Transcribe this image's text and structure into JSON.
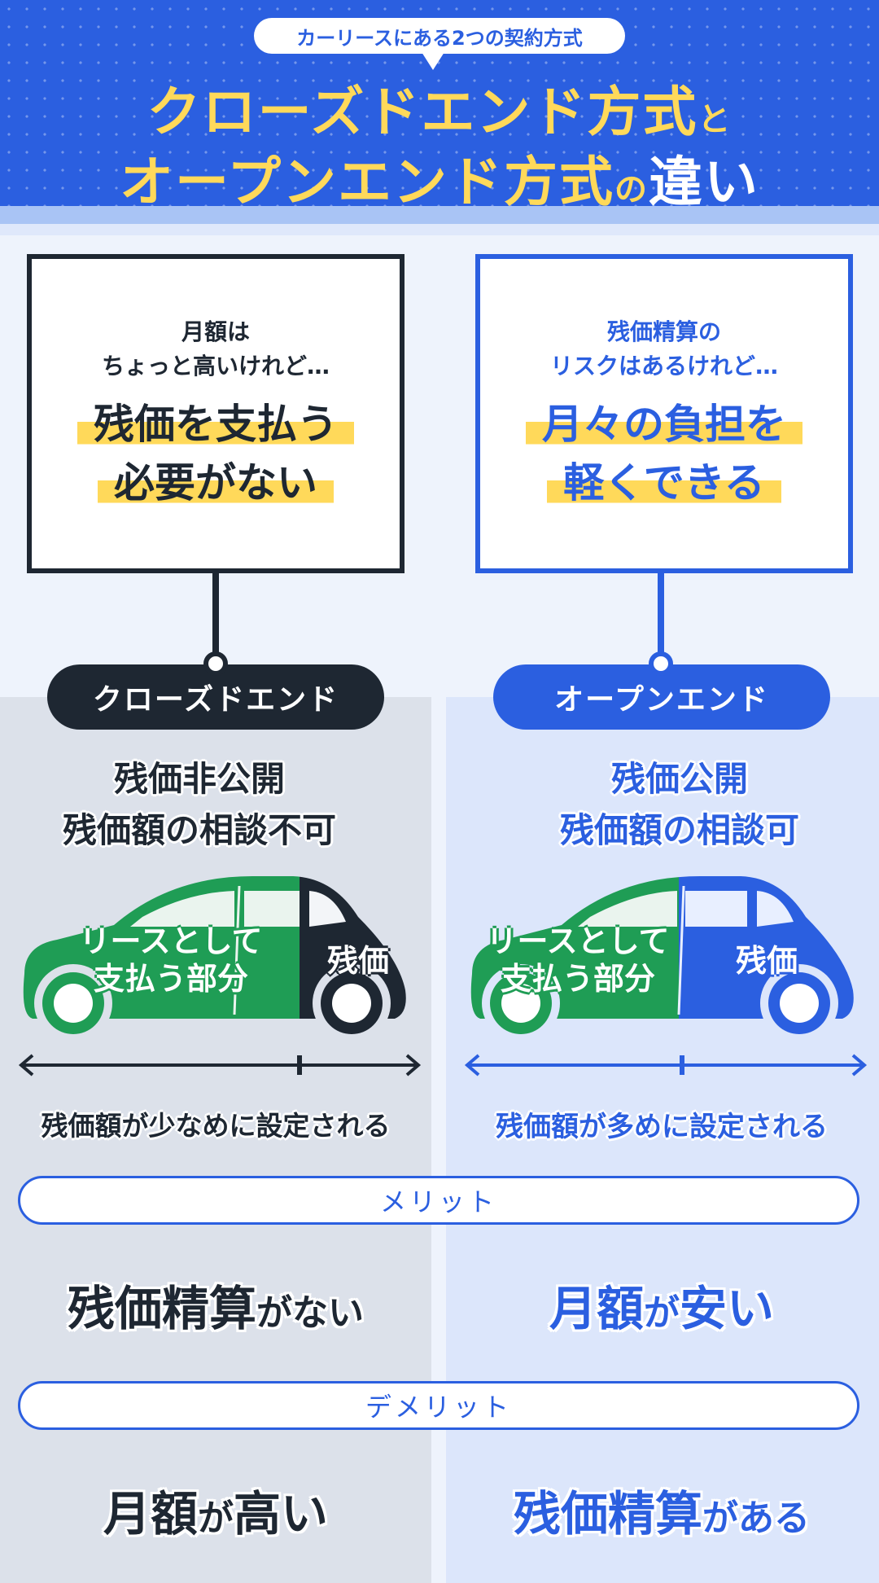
{
  "header": {
    "subtitle": "カーリースにある2つの契約方式",
    "title_line1_main": "クローズドエンド方式",
    "title_line1_particle": "と",
    "title_line2_main": "オープンエンド方式",
    "title_line2_particle": "の",
    "title_line2_end": "違い"
  },
  "left": {
    "callout_lead": "月額は\nちょっと高いけれど…",
    "callout_big1": "残価を支払う",
    "callout_big2": "必要がない",
    "type_label": "クローズドエンド",
    "residual_line1": "残価非公開",
    "residual_line2": "残価額の相談不可",
    "car_paid_label": "リースとして\n支払う部分",
    "car_residual_label": "残価",
    "note": "残価額が少なめに設定される",
    "merit_main": "残価精算",
    "merit_particle": "がない",
    "demerit_main": "月額",
    "demerit_particle": "が",
    "demerit_end": "高い"
  },
  "right": {
    "callout_lead": "残価精算の\nリスクはあるけれど…",
    "callout_big1": "月々の負担を",
    "callout_big2": "軽くできる",
    "type_label": "オープンエンド",
    "residual_line1": "残価公開",
    "residual_line2": "残価額の相談可",
    "car_paid_label": "リースとして\n支払う部分",
    "car_residual_label": "残価",
    "note": "残価額が多めに設定される",
    "merit_main": "月額",
    "merit_particle": "が",
    "merit_end": "安い",
    "demerit_main": "残価精算",
    "demerit_particle": "がある"
  },
  "sections": {
    "merit": "メリット",
    "demerit": "デメリット"
  },
  "colors": {
    "brand_blue": "#2b5fe0",
    "dark": "#1e2732",
    "highlight_yellow": "#ffd95a",
    "car_green": "#1f9d55"
  }
}
